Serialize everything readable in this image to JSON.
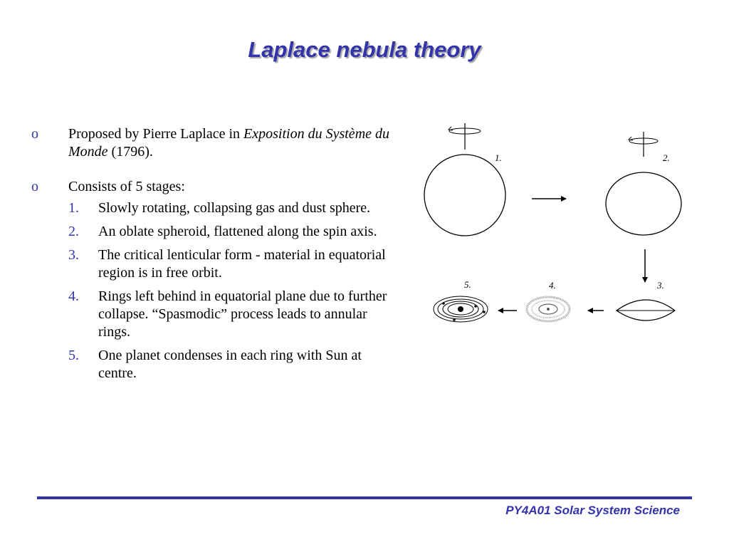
{
  "slide": {
    "title": "Laplace nebula theory",
    "bullets": [
      {
        "mark": "o",
        "text": "Proposed by Pierre Laplace in ",
        "italic": "Exposition du Système du Monde",
        "suffix": " (1796)."
      },
      {
        "mark": "o",
        "text": "Consists of 5 stages:"
      }
    ],
    "steps": [
      {
        "num": "1.",
        "text": "Slowly rotating, collapsing gas and dust sphere."
      },
      {
        "num": "2.",
        "text": "An oblate spheroid, flattened along the spin axis."
      },
      {
        "num": "3.",
        "text": "The critical lenticular form - material in equatorial region is in free orbit."
      },
      {
        "num": "4.",
        "text": "Rings left behind in equatorial plane due to further collapse. “Spasmodic” process leads to annular rings."
      },
      {
        "num": "5.",
        "text": "One planet condenses in each ring with Sun at centre."
      }
    ],
    "diagram_labels": [
      "1.",
      "2.",
      "3.",
      "4.",
      "5."
    ],
    "footer": "PY4A01 Solar System Science"
  },
  "colors": {
    "accent": "#3333aa",
    "text": "#000000"
  }
}
